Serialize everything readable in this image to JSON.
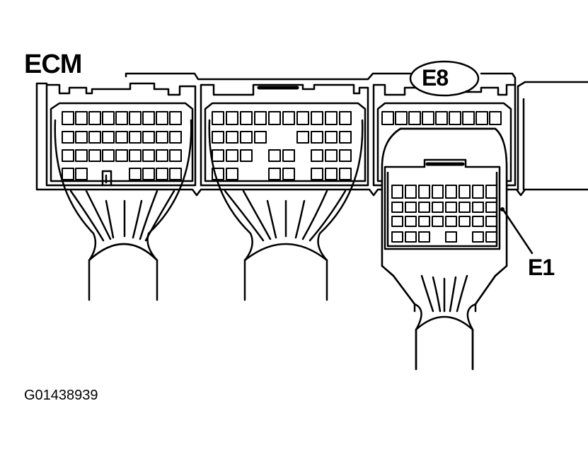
{
  "labels": {
    "ecm": "ECM",
    "connector": "E8",
    "terminal": "E1",
    "figure_code": "G01438939"
  },
  "colors": {
    "line": "#000000",
    "background": "#ffffff"
  }
}
